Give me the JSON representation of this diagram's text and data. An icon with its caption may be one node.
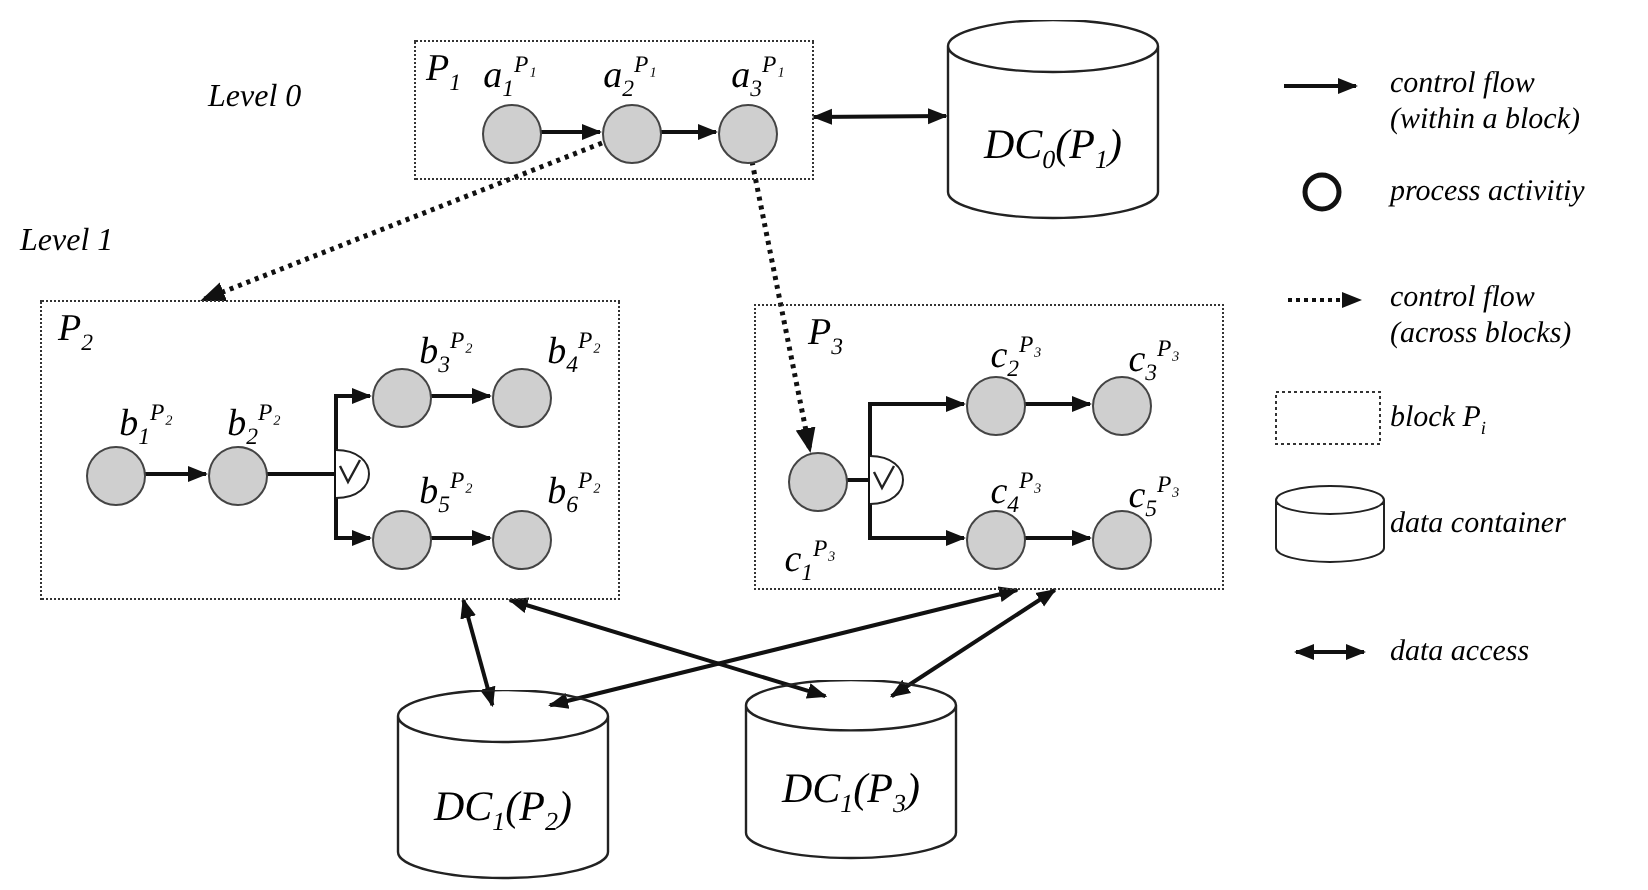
{
  "diagram": {
    "nodes": [
      {
        "text": [
          "P$_{1}$"
        ]
      },
      {
        "text": [
          "a$_{1}$$^{P₁}$"
        ],
        "in": 0
      },
      {
        "text": [
          "a$_{2}$$^{P₁}$"
        ],
        "in": 0
      },
      {
        "text": [
          "a$_{3}$$^{P₁}$"
        ],
        "in": 0
      },
      {
        "text": [
          "DC$_{0}$(P$_{1}$)"
        ]
      },
      {
        "text": [
          "P$_{2}$"
        ]
      },
      {
        "text": [
          "b$_{1}$$^{P₂}$"
        ],
        "in": 5
      },
      {
        "text": [
          "b$_{2}$$^{P₂}$"
        ],
        "in": 5
      },
      {
        "text": [
          "b$_{3}$$^{P₂}$"
        ],
        "in": 5
      },
      {
        "text": [
          "b$_{4}$$^{P₂}$"
        ],
        "in": 5
      },
      {
        "text": [
          "b$_{5}$$^{P₂}$"
        ],
        "in": 5
      },
      {
        "text": [
          "b$_{6}$$^{P₂}$"
        ],
        "in": 5
      },
      {
        "text": [
          "P$_{3}$"
        ]
      },
      {
        "text": [
          "c$_{1}$$^{P₃}$"
        ],
        "in": 12
      },
      {
        "text": [
          "c$_{2}$$^{P₃}$"
        ],
        "in": 12
      },
      {
        "text": [
          "c$_{3}$$^{P₃}$"
        ],
        "in": 12
      },
      {
        "text": [
          "c$_{4}$$^{P₃}$"
        ],
        "in": 12
      },
      {
        "text": [
          "c$_{5}$$^{P₃}$"
        ],
        "in": 12
      },
      {
        "text": [
          "DC$_{1}$(P$_{2}$)"
        ]
      },
      {
        "text": [
          "DC$_{1}$(P$_{3}$)"
        ]
      }
    ],
    "edges": [
      {
        "from": 1,
        "to": 2,
        "arrow": "to"
      },
      {
        "from": 2,
        "to": 3,
        "arrow": "to"
      },
      {
        "from": 0,
        "to": 4,
        "arrow": "both"
      },
      {
        "from": 2,
        "to": 5,
        "arrow": "to",
        "style": "dashed"
      },
      {
        "from": 3,
        "to": 13,
        "arrow": "to",
        "style": "dashed"
      },
      {
        "from": 6,
        "to": 7,
        "arrow": "to"
      },
      {
        "from": 7,
        "to": 8,
        "arrow": "to"
      },
      {
        "from": 7,
        "to": 10,
        "arrow": "to"
      },
      {
        "from": 8,
        "to": 9,
        "arrow": "to"
      },
      {
        "from": 10,
        "to": 11,
        "arrow": "to"
      },
      {
        "from": 13,
        "to": 14,
        "arrow": "to"
      },
      {
        "from": 13,
        "to": 16,
        "arrow": "to"
      },
      {
        "from": 14,
        "to": 15,
        "arrow": "to"
      },
      {
        "from": 16,
        "to": 17,
        "arrow": "to"
      },
      {
        "from": 5,
        "to": 18,
        "arrow": "both"
      },
      {
        "from": 5,
        "to": 19,
        "arrow": "both"
      },
      {
        "from": 12,
        "to": 18,
        "arrow": "both"
      },
      {
        "from": 12,
        "to": 19,
        "arrow": "both"
      }
    ],
    "labels": [
      "Level 0",
      "Level 1"
    ],
    "legend": [
      {
        "text": "control flow (within a block)"
      },
      {
        "text": "process activitiy"
      },
      {
        "text": "control flow (across blocks)"
      },
      {
        "text": "block P$_{i}$"
      },
      {
        "text": "data container"
      },
      {
        "text": "data access"
      }
    ]
  }
}
